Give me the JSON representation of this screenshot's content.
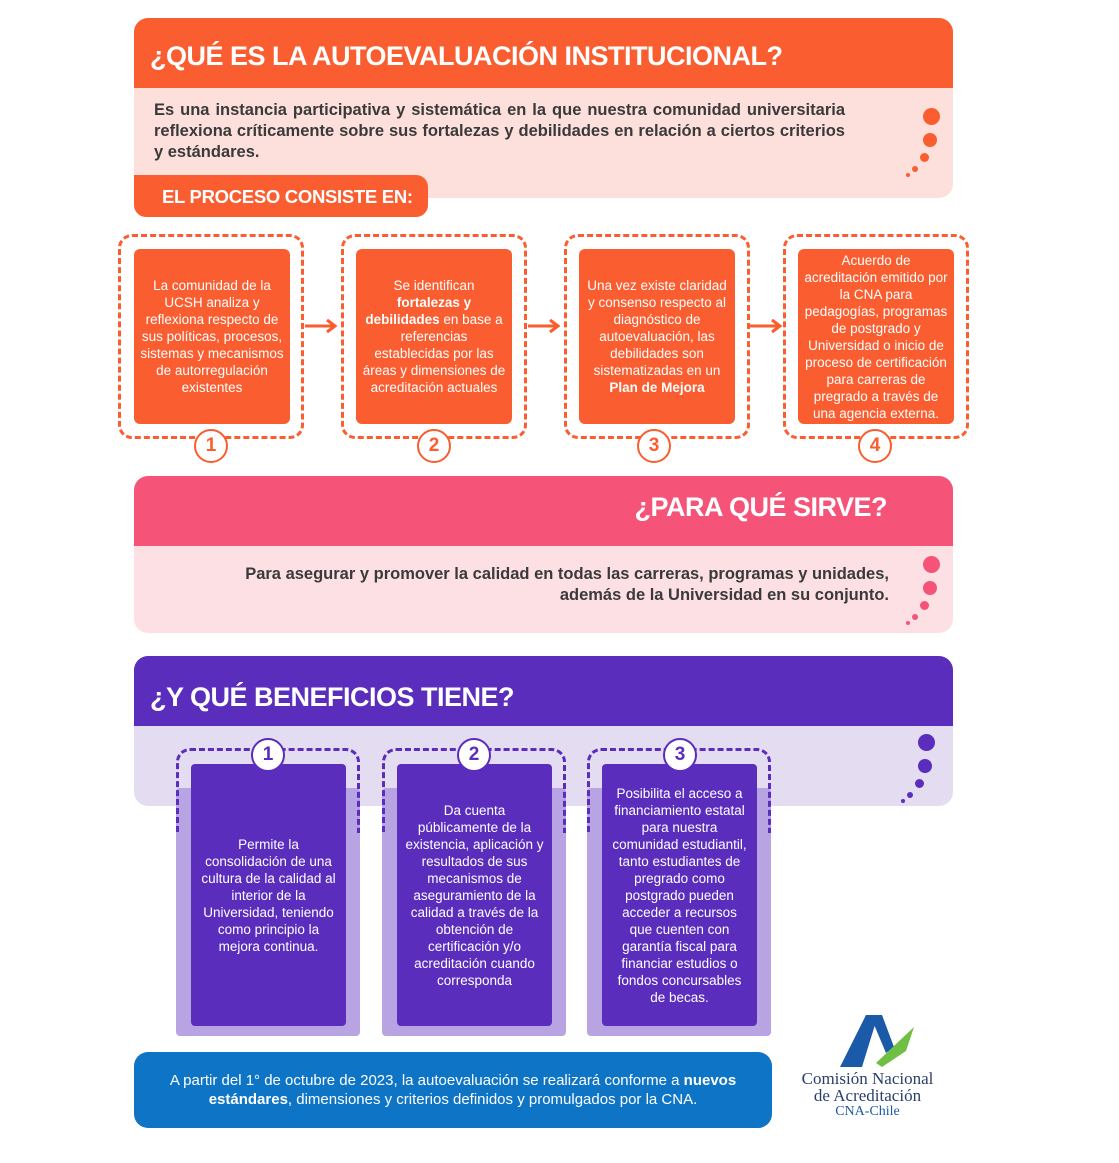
{
  "section1": {
    "title": "¿QUÉ ES LA AUTOEVALUACIÓN INSTITUCIONAL?",
    "description": "Es una instancia participativa y sistemática en la que nuestra comunidad universitaria reflexiona críticamente sobre sus fortalezas y debilidades en relación a ciertos criterios y estándares.",
    "process_label": "EL PROCESO CONSISTE EN:"
  },
  "process_steps": [
    {
      "number": "1",
      "text": "La comunidad de la UCSH analiza y reflexiona respecto de sus políticas, procesos, sistemas y mecanismos de autorregulación existentes"
    },
    {
      "number": "2",
      "text_a": "Se identifican ",
      "bold": "fortalezas y debilidades",
      "text_b": " en base a referencias establecidas por las áreas y dimensiones de acreditación actuales"
    },
    {
      "number": "3",
      "text_a": "Una vez existe claridad y consenso respecto al diagnóstico de autoevaluación, las debilidades son sistematizadas en un ",
      "bold": "Plan de Mejora"
    },
    {
      "number": "4",
      "text": "Acuerdo de acreditación emitido por la CNA para pedagogías, programas de postgrado y Universidad o inicio de proceso de certificación para carreras de pregrado a través de una agencia externa."
    }
  ],
  "section2": {
    "title": "¿PARA QUÉ SIRVE?",
    "description": "Para asegurar y promover la calidad en todas las carreras, programas y unidades, además de la Universidad en su conjunto."
  },
  "section3": {
    "title": "¿Y QUÉ BENEFICIOS TIENE?"
  },
  "benefits": [
    {
      "number": "1",
      "text": "Permite la consolidación de una cultura de la calidad al interior de la Universidad, teniendo como principio la mejora continua."
    },
    {
      "number": "2",
      "text": "Da cuenta públicamente de la existencia, aplicación y resultados de sus mecanismos de aseguramiento de la calidad a través de la obtención de certificación y/o acreditación cuando corresponda"
    },
    {
      "number": "3",
      "text": "Posibilita el acceso a financiamiento estatal para nuestra comunidad estudiantil, tanto estudiantes de pregrado como postgrado pueden acceder a recursos que cuenten con garantía fiscal para financiar estudios o fondos concursables de becas."
    }
  ],
  "footer": {
    "text_a": "A partir del 1° de octubre de 2023, la autoevaluación se realizará conforme a ",
    "bold": "nuevos estándares",
    "text_b": ", dimensiones y criterios definidos y promulgados por la CNA."
  },
  "logo": {
    "line1": "Comisión Nacional",
    "line2": "de Acreditación",
    "line3": "CNA-Chile"
  },
  "colors": {
    "orange": "#fa5d2f",
    "pink": "#f55478",
    "purple": "#5a2dbd",
    "blue": "#0e75c6"
  }
}
